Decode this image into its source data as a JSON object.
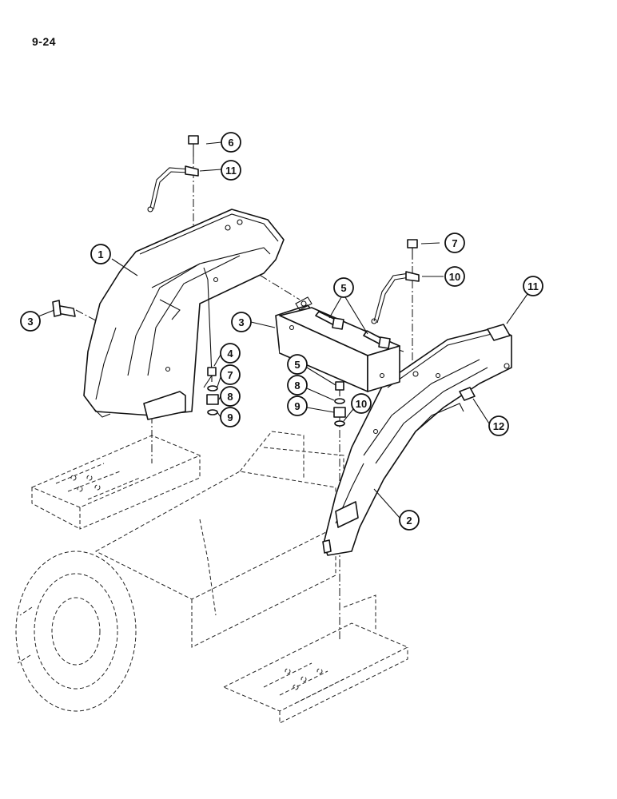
{
  "page": {
    "number": "9-24"
  },
  "callouts": [
    {
      "id": "c1",
      "label": "1",
      "part": "left-fender"
    },
    {
      "id": "c2",
      "label": "2",
      "part": "right-fender"
    },
    {
      "id": "c3a",
      "label": "3",
      "part": "fender-mounting-bracket"
    },
    {
      "id": "c3b",
      "label": "3",
      "part": "fender-mounting-bracket"
    },
    {
      "id": "c4",
      "label": "4",
      "part": "bracket-bolt"
    },
    {
      "id": "c5a",
      "label": "5",
      "part": "cap-screw"
    },
    {
      "id": "c5b",
      "label": "5",
      "part": "cap-screw"
    },
    {
      "id": "c6a",
      "label": "6",
      "part": "washer"
    },
    {
      "id": "c6b",
      "label": "6",
      "part": "washer"
    },
    {
      "id": "c7a",
      "label": "7",
      "part": "spacer"
    },
    {
      "id": "c7b",
      "label": "7",
      "part": "spacer"
    },
    {
      "id": "c8a",
      "label": "8",
      "part": "washer"
    },
    {
      "id": "c8b",
      "label": "8",
      "part": "washer"
    },
    {
      "id": "c9a",
      "label": "9",
      "part": "grab-handle"
    },
    {
      "id": "c9b",
      "label": "9",
      "part": "grab-handle"
    },
    {
      "id": "c10a",
      "label": "10",
      "part": "handle-screw"
    },
    {
      "id": "c10b",
      "label": "10",
      "part": "handle-screw"
    },
    {
      "id": "c11",
      "label": "11",
      "part": "square-plate"
    },
    {
      "id": "c12",
      "label": "12",
      "part": "nut"
    }
  ]
}
